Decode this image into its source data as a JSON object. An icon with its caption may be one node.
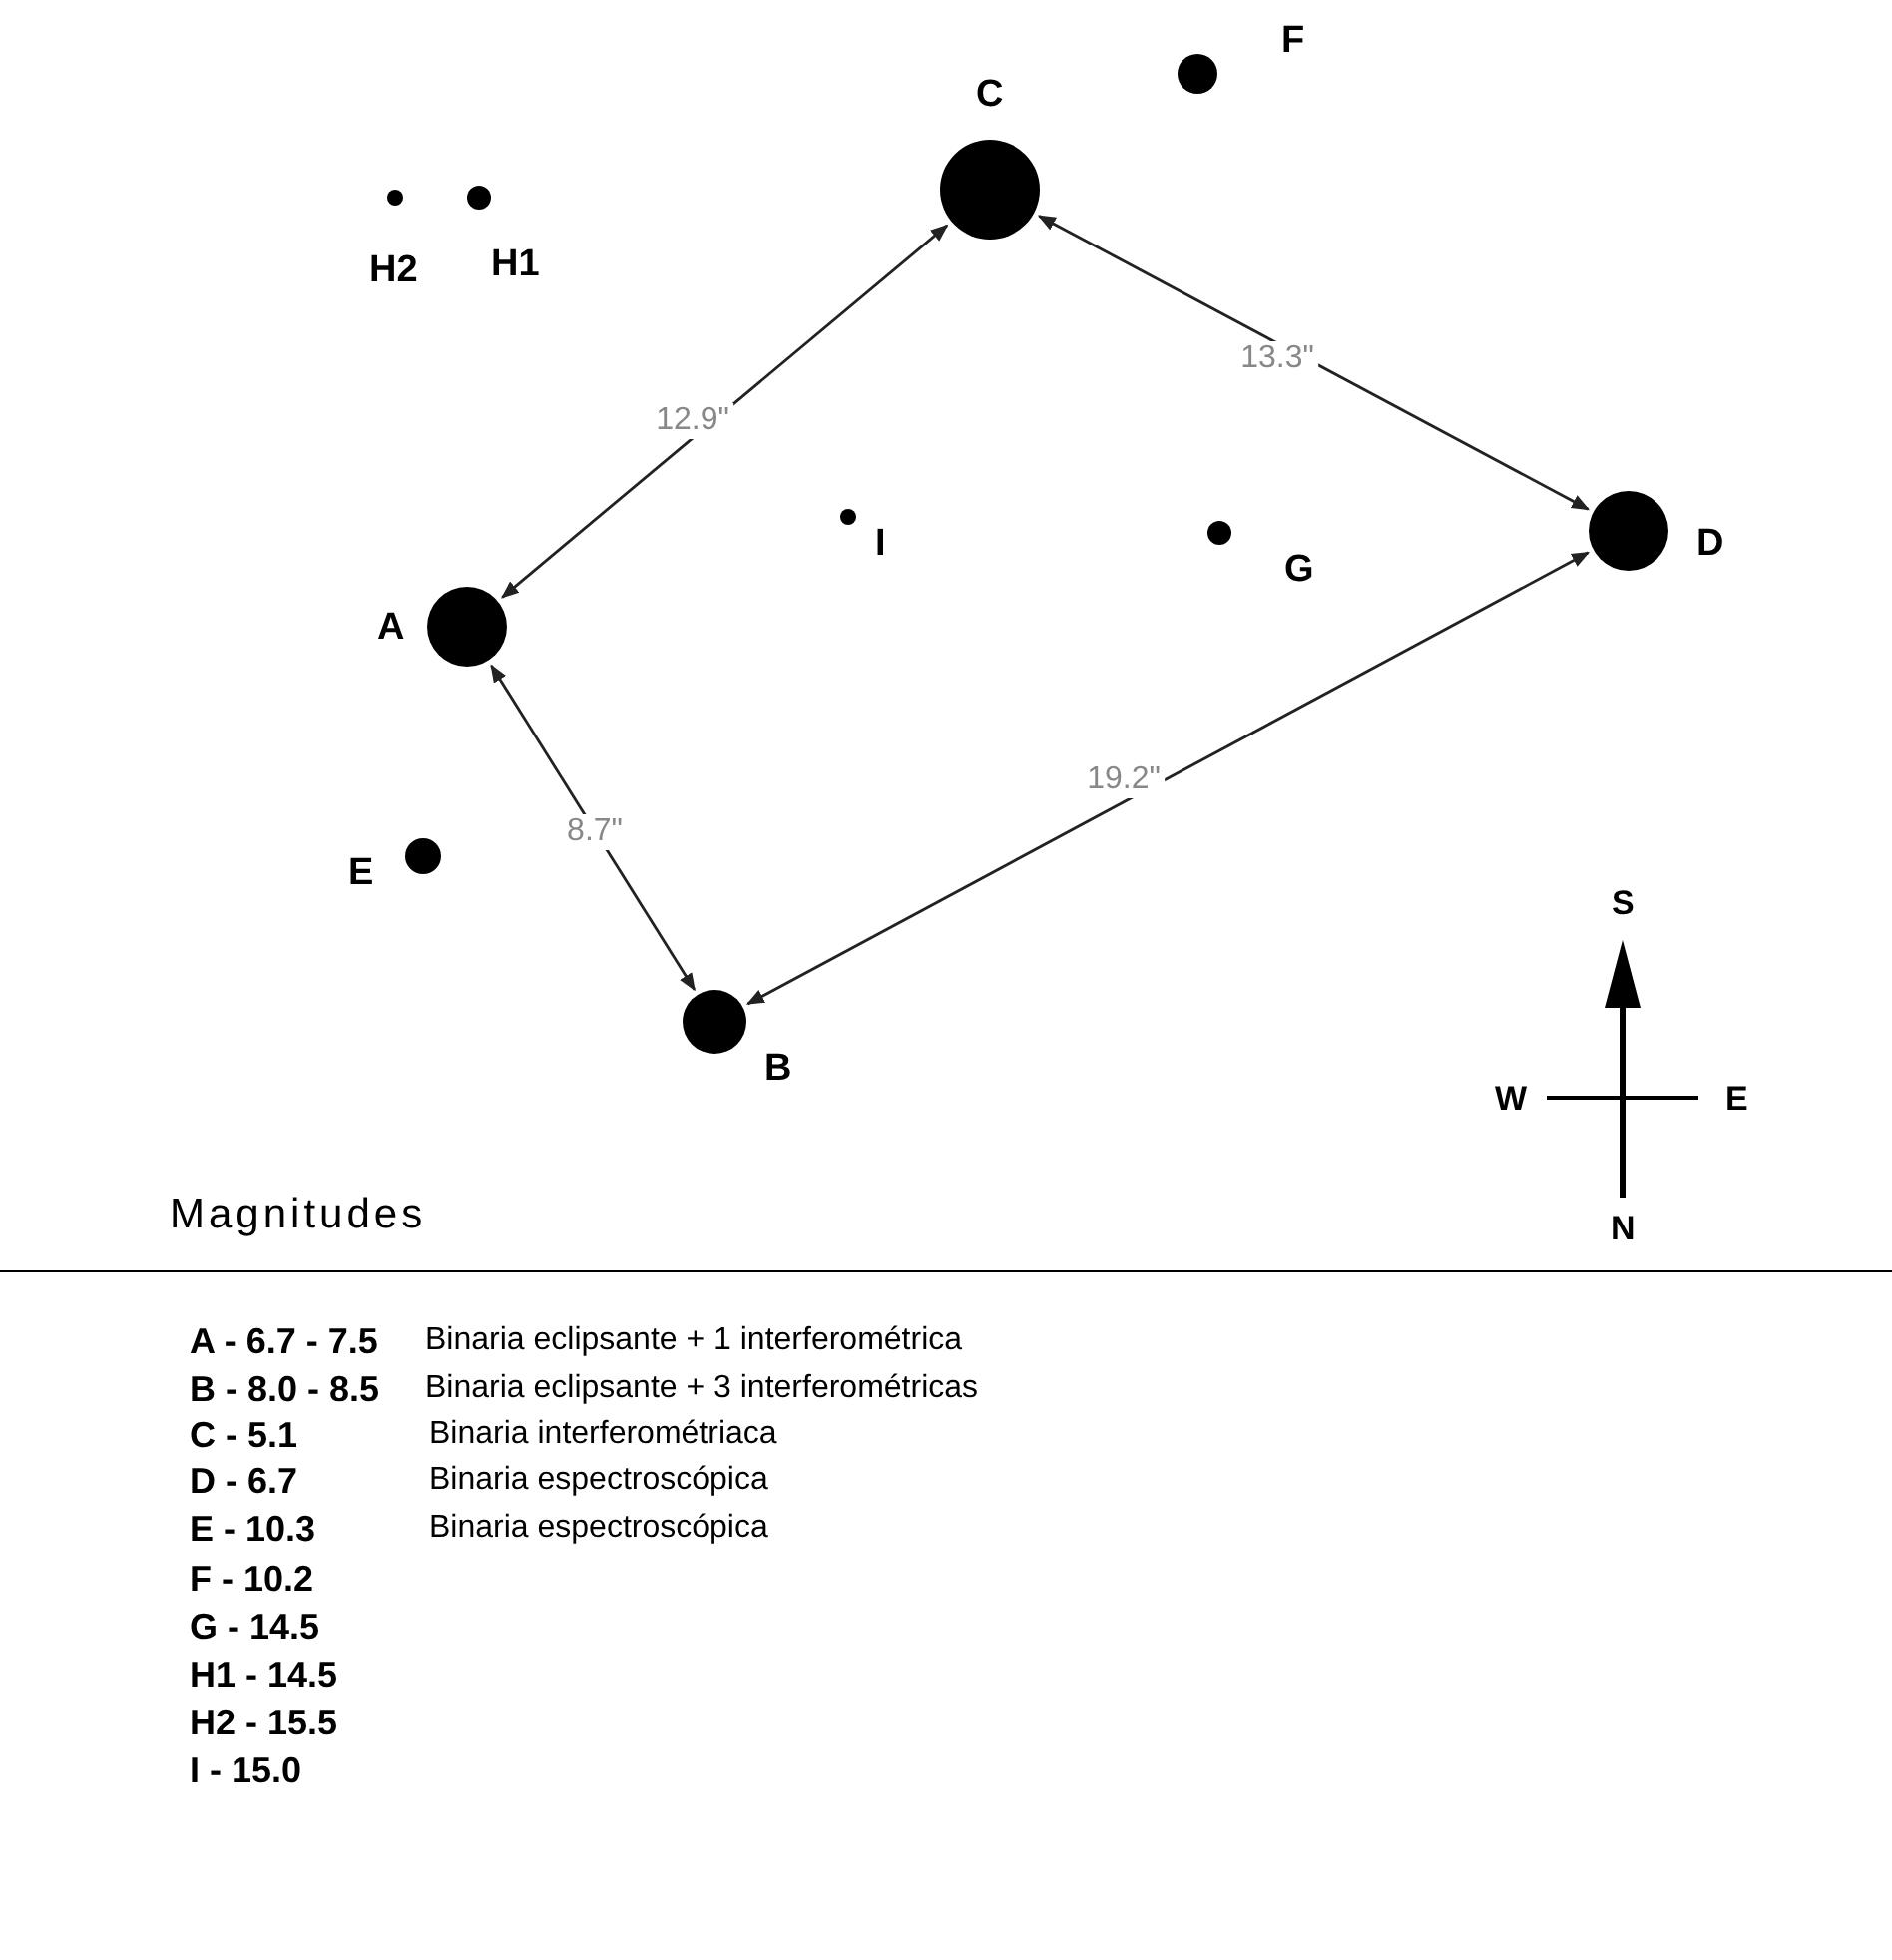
{
  "diagram": {
    "nodes": [
      {
        "text": [
          "F"
        ]
      },
      {
        "text": [
          "C"
        ]
      },
      {
        "text": [
          "H2"
        ]
      },
      {
        "text": [
          "H1"
        ]
      },
      {
        "text": [
          "I"
        ]
      },
      {
        "text": [
          "G"
        ]
      },
      {
        "text": [
          "D"
        ]
      },
      {
        "text": [
          "A"
        ]
      },
      {
        "text": [
          "E"
        ]
      },
      {
        "text": [
          "B"
        ]
      }
    ],
    "edges": [
      {
        "from": 7,
        "to": 1,
        "arrow": "both",
        "label": "12.9\""
      },
      {
        "from": 1,
        "to": 6,
        "arrow": "both",
        "label": "13.3\""
      },
      {
        "from": 7,
        "to": 9,
        "arrow": "both",
        "label": "8.7\""
      },
      {
        "from": 9,
        "to": 6,
        "arrow": "both",
        "label": "19.2\""
      }
    ],
    "labels": [
      "S",
      "W",
      "E",
      "N",
      "Magnitudes",
      "A - 6.7 - 7.5",
      "Binaria eclipsante + 1 interferométrica",
      "B - 8.0 - 8.5",
      "Binaria eclipsante + 3 interferométricas",
      "C - 5.1",
      "Binaria interferométriaca",
      "D - 6.7",
      "Binaria espectroscópica",
      "E - 10.3",
      "Binaria espectroscópica",
      "F - 10.2",
      "G - 14.5",
      "H1 - 14.5",
      "H2 - 15.5",
      "I - 15.0"
    ]
  }
}
